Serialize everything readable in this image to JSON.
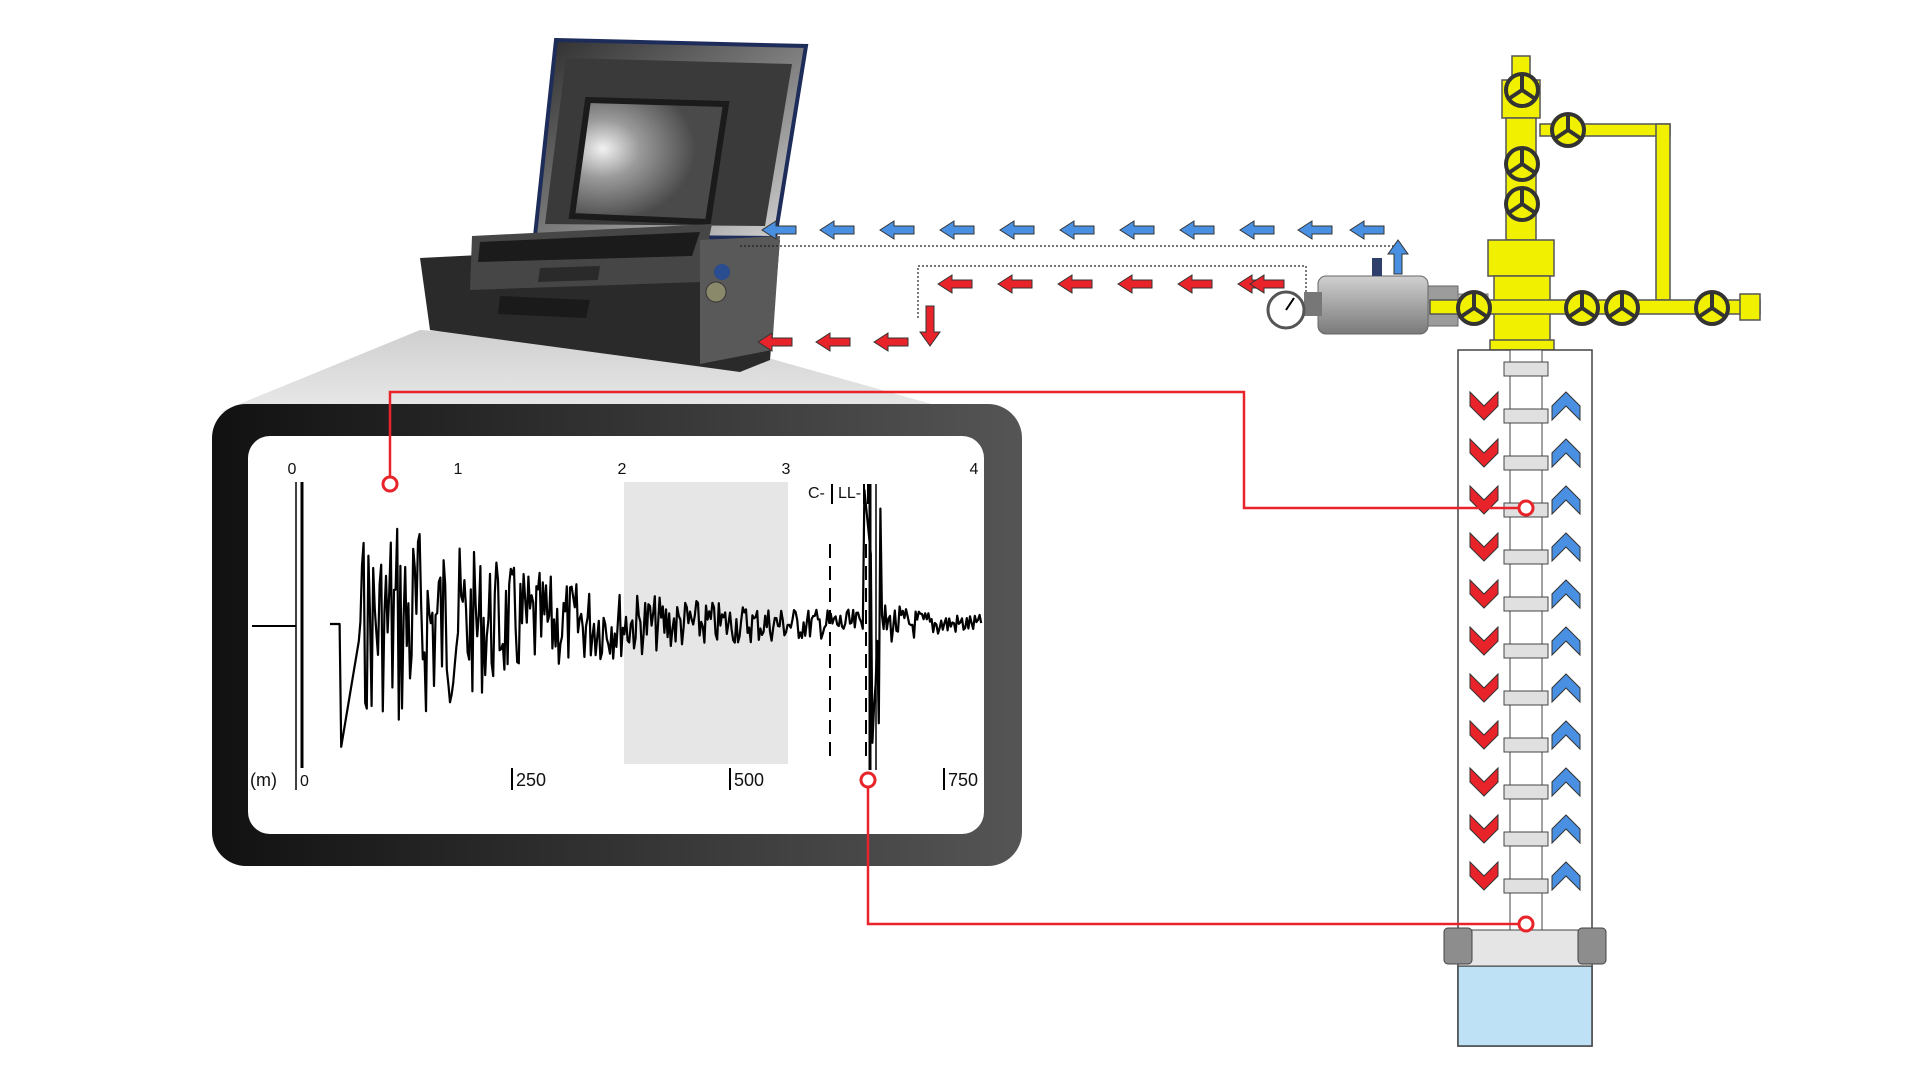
{
  "echogram": {
    "top_axis_ticks": [
      "0",
      "1",
      "2",
      "3",
      "4"
    ],
    "markers": [
      "C-",
      "LL-"
    ],
    "depth_unit": "(m)",
    "depth_ticks": [
      "0",
      "250",
      "500",
      "750"
    ]
  },
  "colors": {
    "signal_out": "#e8232a",
    "signal_return": "#4a90e2",
    "wellhead": "#f0f000",
    "link_line": "#e8232a",
    "fluid": "#bfe1f6",
    "screen_bezel": "#1a1a1a"
  },
  "icons": [
    "laptop-case-icon",
    "gas-gun-icon",
    "pressure-gauge-icon",
    "valve-handwheel-icon"
  ]
}
